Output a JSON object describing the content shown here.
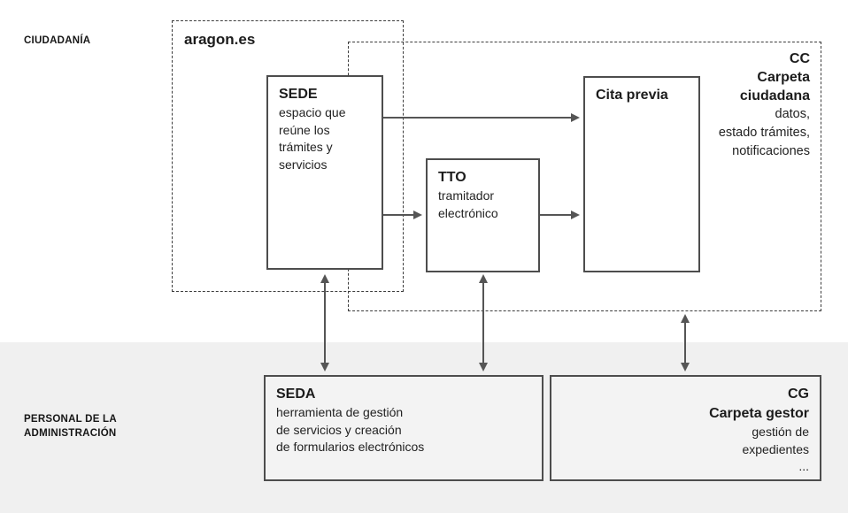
{
  "colors": {
    "page_bg": "#ffffff",
    "band_bg": "#f0f0f0",
    "box_border": "#4d4d4d",
    "dashed_border": "#3c3c3c",
    "arrow": "#555555",
    "text": "#1c1c1c"
  },
  "lanes": {
    "ciudadania": "CIUDADANÍA",
    "personal_line1": "PERSONAL DE LA",
    "personal_line2": "ADMINISTRACIÓN"
  },
  "groups": {
    "aragon": {
      "title": "aragon.es"
    },
    "carpeta_ciudadana": {
      "code": "CC",
      "name_lines": [
        "Carpeta",
        "ciudadana"
      ],
      "desc_lines": [
        "datos,",
        "estado trámites,",
        "notificaciones"
      ]
    }
  },
  "boxes": {
    "sede": {
      "title": "SEDE",
      "desc_lines": [
        "espacio que",
        "reúne los",
        "trámites y",
        "servicios"
      ]
    },
    "tto": {
      "title": "TTO",
      "desc_lines": [
        "tramitador",
        "electrónico"
      ]
    },
    "cita_previa": {
      "title": "Cita previa"
    },
    "seda": {
      "title": "SEDA",
      "desc_lines": [
        "herramienta de gestión",
        "de servicios y creación",
        "de formularios electrónicos"
      ]
    },
    "carpeta_gestor": {
      "code": "CG",
      "name": "Carpeta gestor",
      "desc_lines": [
        "gestión de",
        "expedientes"
      ],
      "more": "..."
    }
  }
}
